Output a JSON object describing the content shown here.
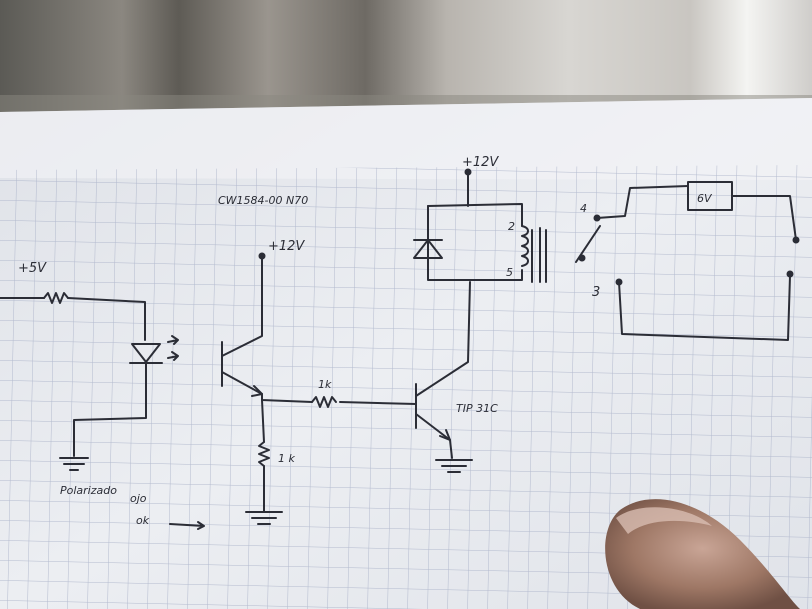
{
  "labels": {
    "plus12v_top": "+12V",
    "plus12v_transistor": "+12V",
    "plus5v": "+5V",
    "part_number": "CW1584-00 N70",
    "res_1k_series": "1k",
    "res_1k_emitter": "1 k",
    "tip_label": "TIP 31C",
    "relay_pin_2": "2",
    "relay_pin_5": "5",
    "switch_pin_4": "4",
    "switch_pin_3": "3",
    "lamp_label": "6V",
    "note_line1": "Polarizado",
    "note_line2": "ojo",
    "note_line3": "ok"
  },
  "colors": {
    "ink": "#2b2d36",
    "grid": "#a9b1c8",
    "paper": "#e9ebef",
    "backdrop": "#6f6a64"
  },
  "icons": {
    "relay_diode": "diode-icon",
    "led": "led-icon",
    "ground": "ground-icon"
  }
}
